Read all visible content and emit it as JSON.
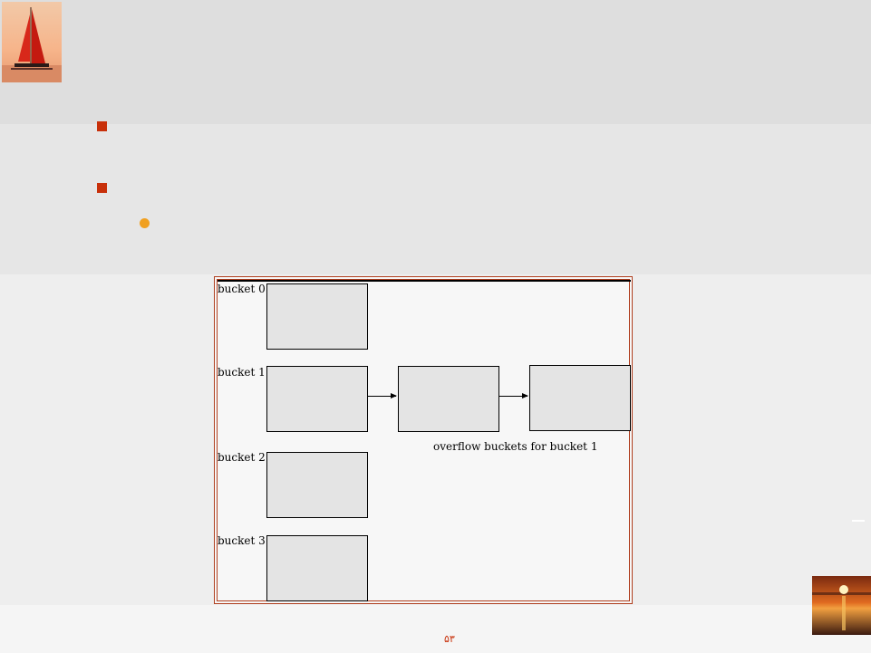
{
  "diagram": {
    "buckets": [
      {
        "label": "bucket 0"
      },
      {
        "label": "bucket 1"
      },
      {
        "label": "bucket 2"
      },
      {
        "label": "bucket 3"
      }
    ],
    "overflow_caption": "overflow  buckets for bucket 1"
  },
  "footer": {
    "page_number": "۵۳"
  },
  "colors": {
    "bullet": "#c8300a",
    "sub_bullet": "#f0a020",
    "frame": "#b04020"
  }
}
